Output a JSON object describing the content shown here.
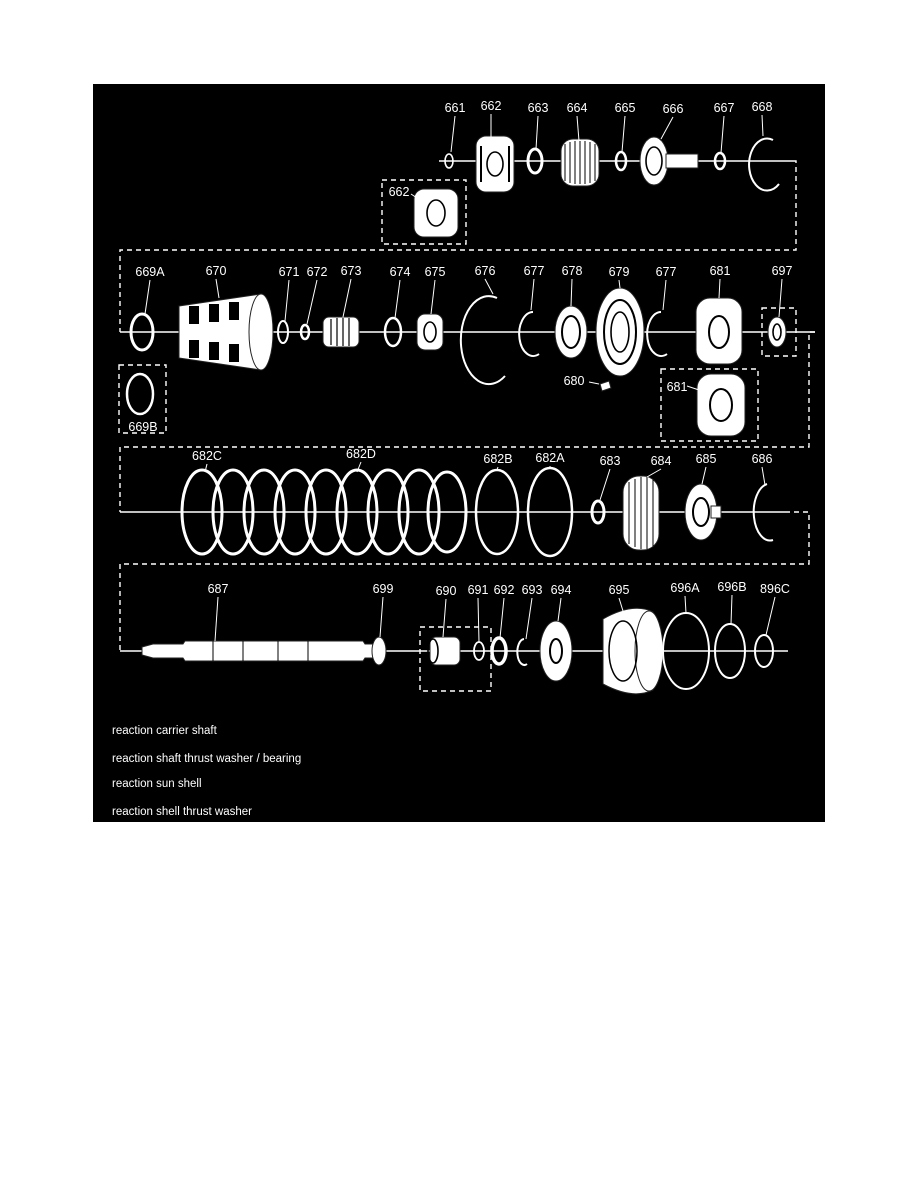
{
  "labels": {
    "r1": [
      "661",
      "662",
      "663",
      "664",
      "665",
      "666",
      "667",
      "668"
    ],
    "r1_inset": "662",
    "r2": [
      "669A",
      "670",
      "671",
      "672",
      "673",
      "674",
      "675",
      "676",
      "677",
      "678",
      "679",
      "677",
      "681",
      "697"
    ],
    "r2_extra": [
      "669B",
      "680",
      "681"
    ],
    "r3": [
      "682C",
      "682D",
      "682B",
      "682A",
      "683",
      "684",
      "685",
      "686"
    ],
    "r4": [
      "687",
      "699",
      "690",
      "691",
      "692",
      "693",
      "694",
      "695",
      "696A",
      "696B",
      "896C"
    ]
  },
  "captions": [
    "reaction carrier shaft",
    "reaction shaft thrust washer / bearing",
    "reaction sun shell",
    "reaction shell thrust washer"
  ],
  "colors": {
    "background": "#000000",
    "ink": "#ffffff",
    "page": "#ffffff"
  }
}
